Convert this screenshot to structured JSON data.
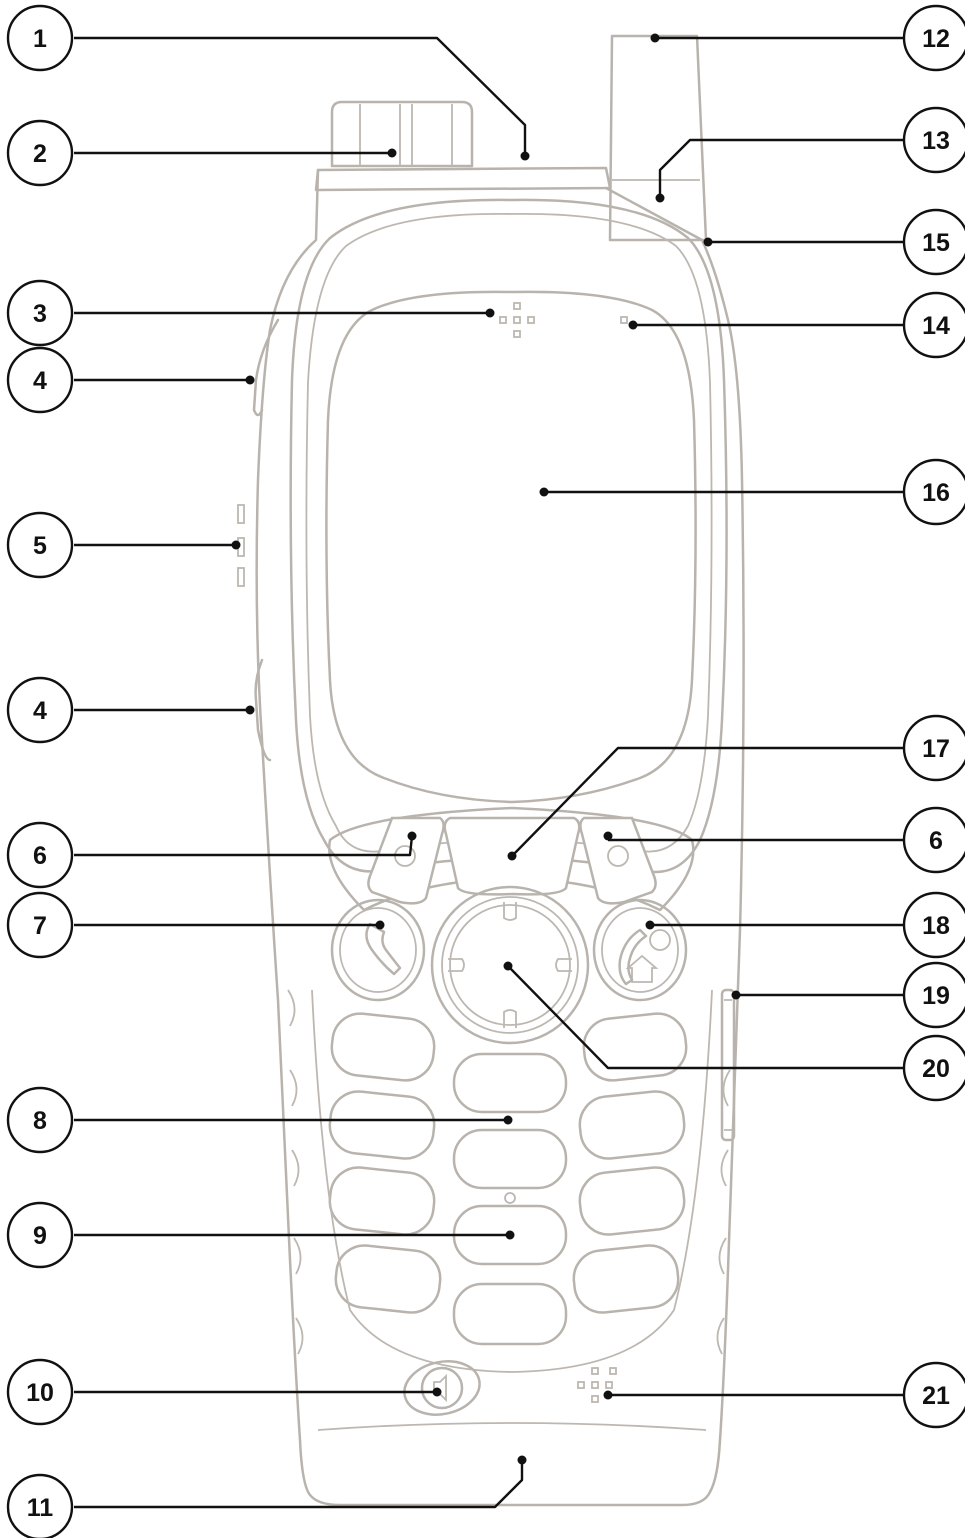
{
  "callouts": {
    "c1": "1",
    "c2": "2",
    "c3": "3",
    "c4a": "4",
    "c4b": "4",
    "c5": "5",
    "c6a": "6",
    "c6b": "6",
    "c7": "7",
    "c8": "8",
    "c9": "9",
    "c10": "10",
    "c11": "11",
    "c12": "12",
    "c13": "13",
    "c14": "14",
    "c15": "15",
    "c16": "16",
    "c17": "17",
    "c18": "18",
    "c19": "19",
    "c20": "20",
    "c21": "21"
  },
  "colors": {
    "device_outline": "#b9b3ad",
    "leader": "#111111"
  }
}
